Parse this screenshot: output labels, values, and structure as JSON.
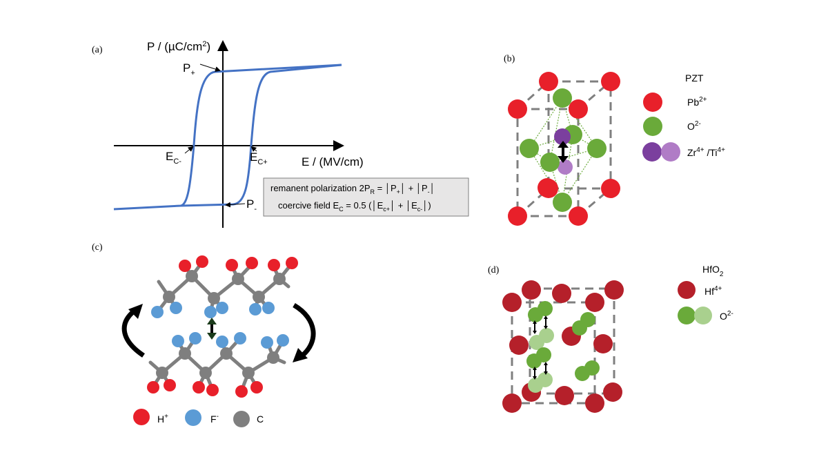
{
  "colors": {
    "curve": "#4472c4",
    "pb_ion": "#e8202a",
    "o_ion": "#6aaa3a",
    "zr_ion": "#7b3f9e",
    "ti_ion": "#b07cc6",
    "h_ion": "#e8202a",
    "f_ion": "#5b9bd5",
    "c_atom": "#7f7f7f",
    "hf_ion": "#b5202a",
    "o_light_ion": "#a9d08e",
    "box_fill": "#e7e6e6"
  },
  "panel_a": {
    "label": "(a)",
    "y_axis": "P / (µC/cm",
    "y_axis_sup": "2",
    "y_axis_close": ")",
    "x_axis": "E / (MV/cm)",
    "p_plus": "P",
    "p_plus_sub": "+",
    "p_minus": "P",
    "p_minus_sub": "-",
    "ec_minus": "E",
    "ec_minus_sub": "C-",
    "ec_plus": "E",
    "ec_plus_sub": "C+",
    "formula1": "remanent polarization 2P",
    "formula1_sub": "R",
    "formula1_rest": " = │P",
    "formula1_sub2": "+",
    "formula1_rest2": "│ + │P",
    "formula1_sub3": "-",
    "formula1_end": "│",
    "formula2": "coercive field E",
    "formula2_sub": "C",
    "formula2_rest": " = 0.5 (│E",
    "formula2_sub2": "c+",
    "formula2_rest2": "│ + │E",
    "formula2_sub3": "c-",
    "formula2_end": "│)"
  },
  "panel_b": {
    "label": "(b)",
    "title": "PZT",
    "legend_pb": "Pb",
    "legend_pb_sup": "2+",
    "legend_o": "O",
    "legend_o_sup": "2-",
    "legend_zr": "Zr",
    "legend_zr_sup": "4+",
    "legend_ti": " /Ti",
    "legend_ti_sup": "4+"
  },
  "panel_c": {
    "label": "(c)",
    "legend_h": "H",
    "legend_h_sup": "+",
    "legend_f": "F",
    "legend_f_sup": "-",
    "legend_c": "C"
  },
  "panel_d": {
    "label": "(d)",
    "title": "HfO",
    "title_sub": "2",
    "legend_hf": "Hf",
    "legend_hf_sup": "4+",
    "legend_o": "O",
    "legend_o_sup": "2-"
  }
}
